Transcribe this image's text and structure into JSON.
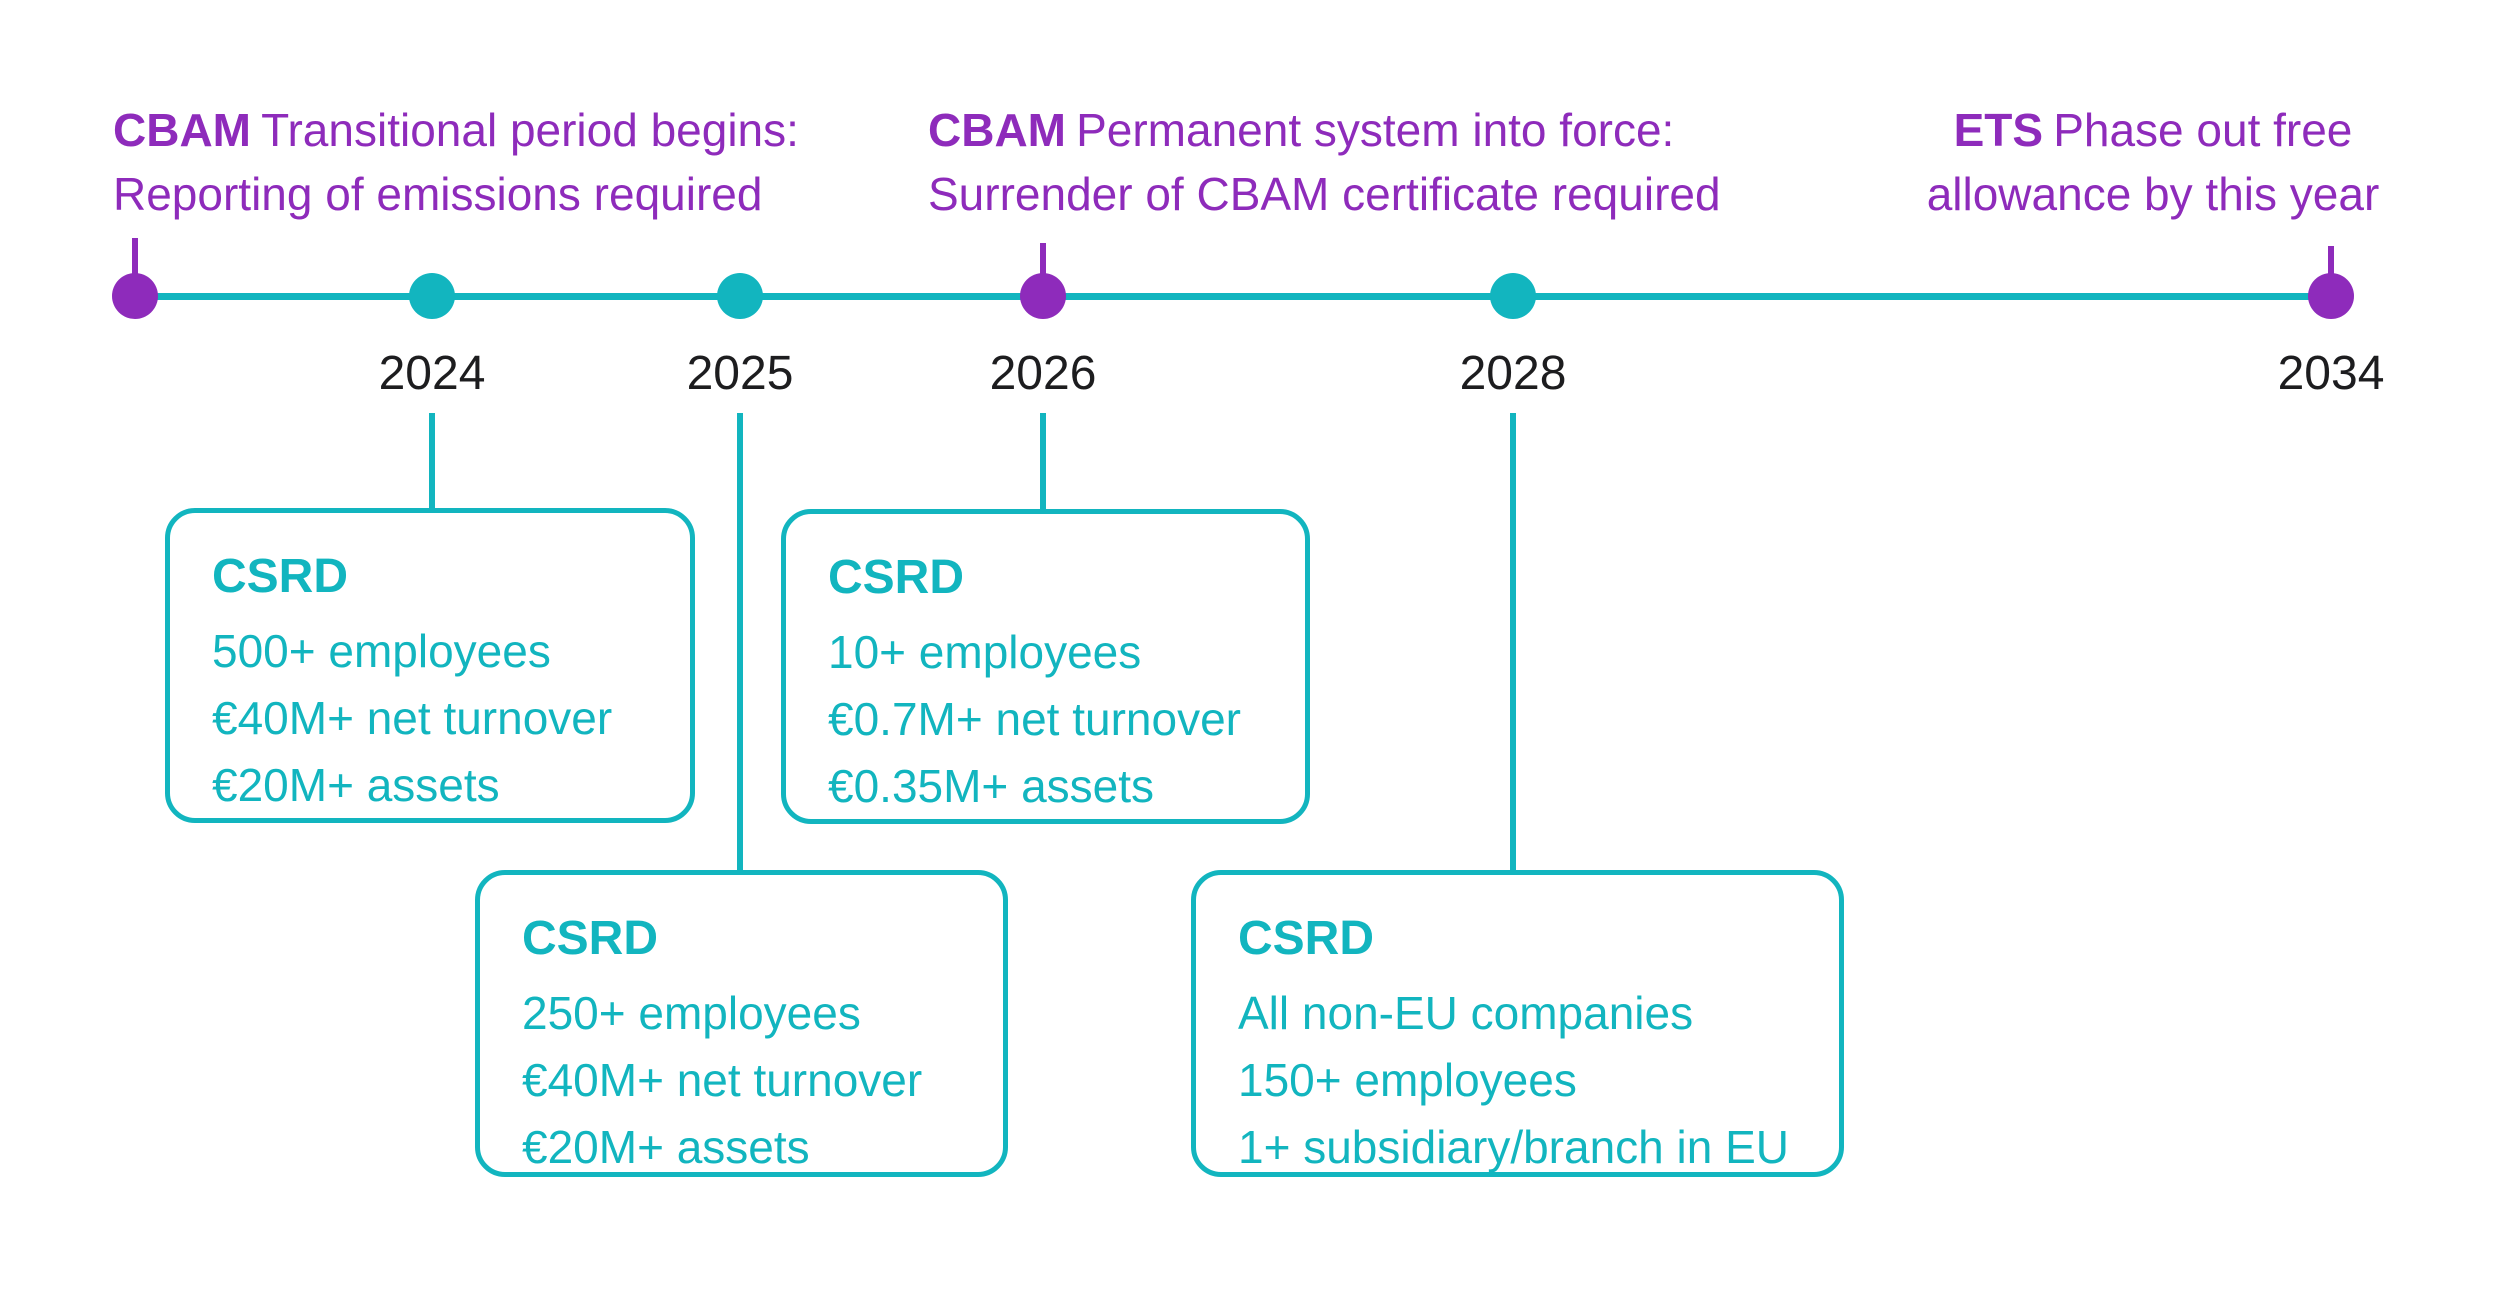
{
  "colors": {
    "purple": "#8E2BBB",
    "teal": "#12B5BF",
    "year_text": "#1D1D1F",
    "background": "#FFFFFF"
  },
  "annotations": {
    "left": {
      "bold": "CBAM",
      "line1": "Transitional period begins:",
      "line2": "Reporting of emissions required"
    },
    "center": {
      "bold": "CBAM",
      "line1": "Permanent system into force:",
      "line2": "Surrender of CBAM certificate required"
    },
    "right": {
      "bold": "ETS",
      "line1": "Phase out free",
      "line2": "allowance by this year"
    }
  },
  "timeline": {
    "years": [
      "2024",
      "2025",
      "2026",
      "2028",
      "2034"
    ],
    "dot_colors": [
      "purple-start",
      "teal-2024",
      "teal-2025",
      "purple-2026",
      "teal-2028",
      "purple-2034"
    ]
  },
  "boxes": [
    {
      "year": "2024",
      "title": "CSRD",
      "lines": [
        "500+ employees",
        "€40M+ net turnover",
        "€20M+ assets"
      ]
    },
    {
      "year": "2026",
      "title": "CSRD",
      "lines": [
        "10+ employees",
        "€0.7M+ net turnover",
        "€0.35M+ assets"
      ]
    },
    {
      "year": "2025",
      "title": "CSRD",
      "lines": [
        "250+ employees",
        "€40M+ net turnover",
        "€20M+ assets"
      ]
    },
    {
      "year": "2028",
      "title": "CSRD",
      "lines": [
        "All non-EU companies",
        "150+ employees",
        "1+ subsidiary/branch in EU"
      ]
    }
  ]
}
